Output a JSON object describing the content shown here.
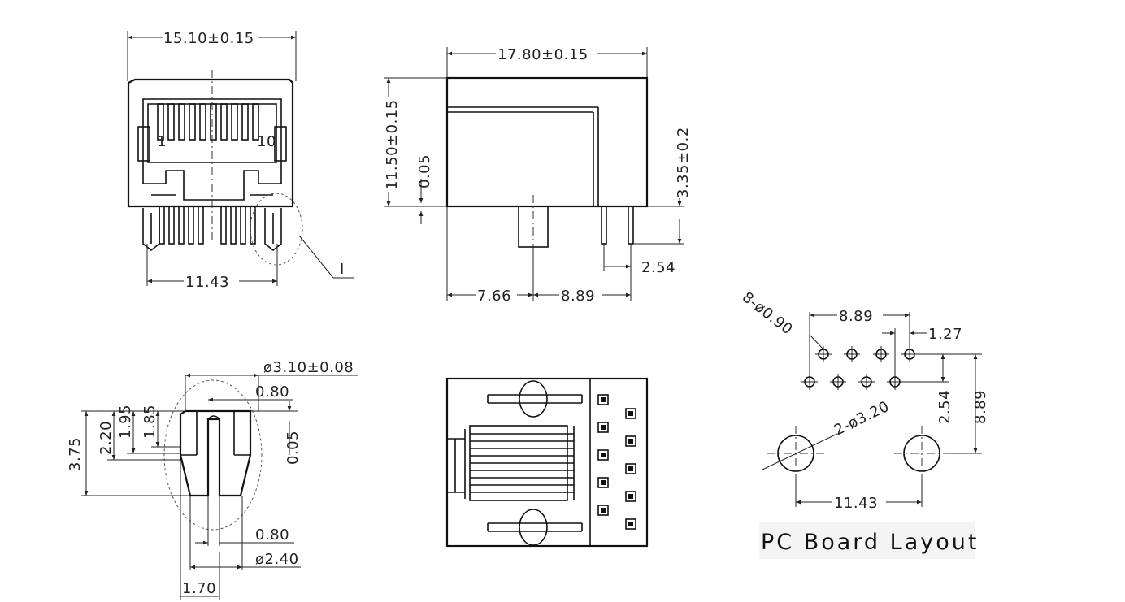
{
  "front_view": {
    "width_dim": "15.10±0.15",
    "pin_span_dim": "11.43",
    "pin_first": "1",
    "pin_last": "10",
    "detail_callout": "I"
  },
  "side_view": {
    "length_dim": "17.80±0.15",
    "height_dim": "11.50±0.15",
    "standoff_dim": "0.05",
    "pin_length_dim": "3.35±0.2",
    "pin_pitch_dim": "2.54",
    "offset_a_dim": "7.66",
    "offset_b_dim": "8.89"
  },
  "detail_view": {
    "diameter_top": "ø3.10±0.08",
    "slot_top": "0.80",
    "gap": "0.05",
    "h1": "3.75",
    "h2": "2.20",
    "h3": "1.95",
    "h4": "1.85",
    "slot_bottom": "0.80",
    "diameter_bottom": "ø2.40",
    "width_bottom": "1.70"
  },
  "pcb_layout": {
    "hole_callout": "8-ø0.90",
    "row_span": "8.89",
    "stagger": "1.27",
    "row_pitch": "2.54",
    "total_height": "8.89",
    "mount_hole_callout": "2-ø3.20",
    "mount_span": "11.43",
    "title": "PC Board Layout"
  }
}
